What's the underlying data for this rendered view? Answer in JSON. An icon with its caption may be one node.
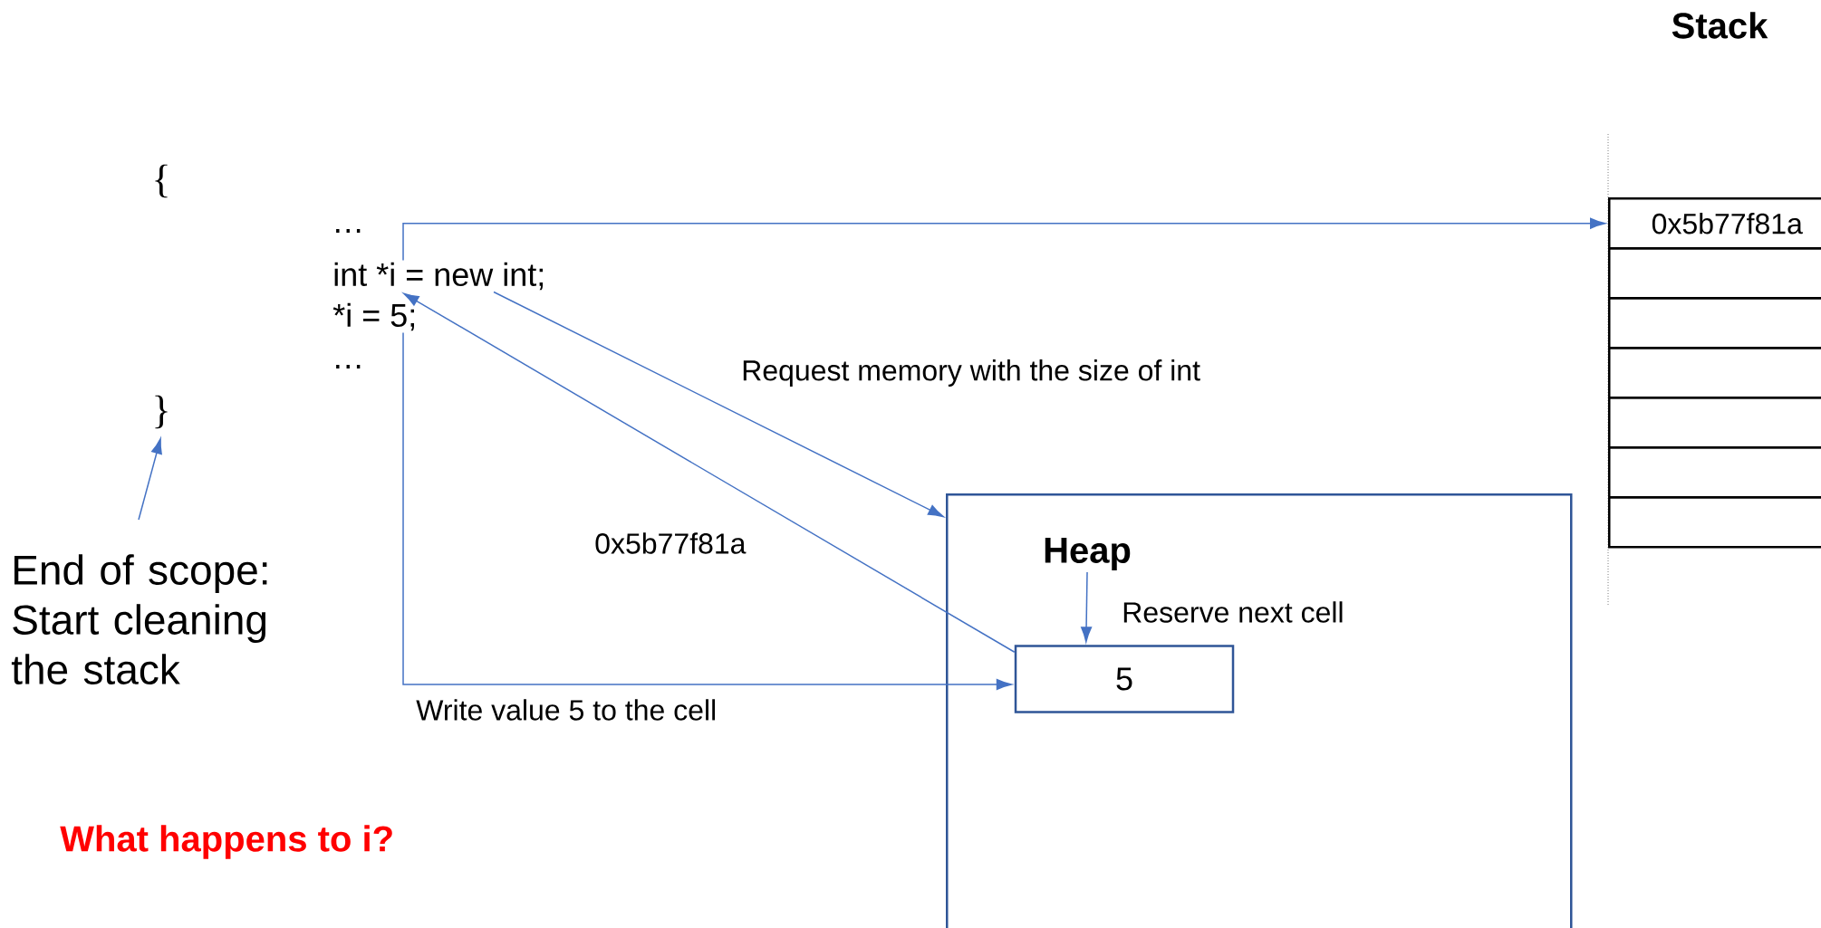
{
  "diagram": {
    "nodes": [
      {
        "text": [
          "int *i = new int;"
        ]
      },
      {
        "text": [
          "*i = 5;"
        ]
      },
      {
        "text": [
          "}"
        ]
      },
      {
        "text": [
          "End of scope: Start cleaning the stack"
        ]
      },
      {
        "text": [
          "0x5b77f81a"
        ]
      },
      {
        "text": [],
        "shape": "box"
      },
      {
        "text": [],
        "shape": "box"
      },
      {
        "text": [],
        "shape": "box"
      },
      {
        "text": [],
        "shape": "box"
      },
      {
        "text": [],
        "shape": "box"
      },
      {
        "text": [],
        "shape": "box"
      },
      {
        "text": [],
        "shape": "box"
      },
      {
        "text": [
          "Heap"
        ],
        "in": 11
      },
      {
        "text": [
          "5"
        ],
        "in": 11
      }
    ],
    "edges": [
      {
        "from": 0,
        "to": 4,
        "arrow": "to"
      },
      {
        "from": 0,
        "to": 11,
        "arrow": "to",
        "label": "Request memory with the size of int"
      },
      {
        "from": 13,
        "to": 0,
        "arrow": "to",
        "label": "0x5b77f81a"
      },
      {
        "from": 1,
        "to": 13,
        "arrow": "to",
        "label": "Write value 5 to the cell"
      },
      {
        "from": 3,
        "to": 2,
        "arrow": "to"
      },
      {
        "from": 12,
        "to": 13,
        "arrow": "to",
        "label": "Reserve next cell"
      }
    ],
    "labels": [
      "Stack",
      "{",
      "…",
      "…",
      "What happens to i?"
    ]
  }
}
